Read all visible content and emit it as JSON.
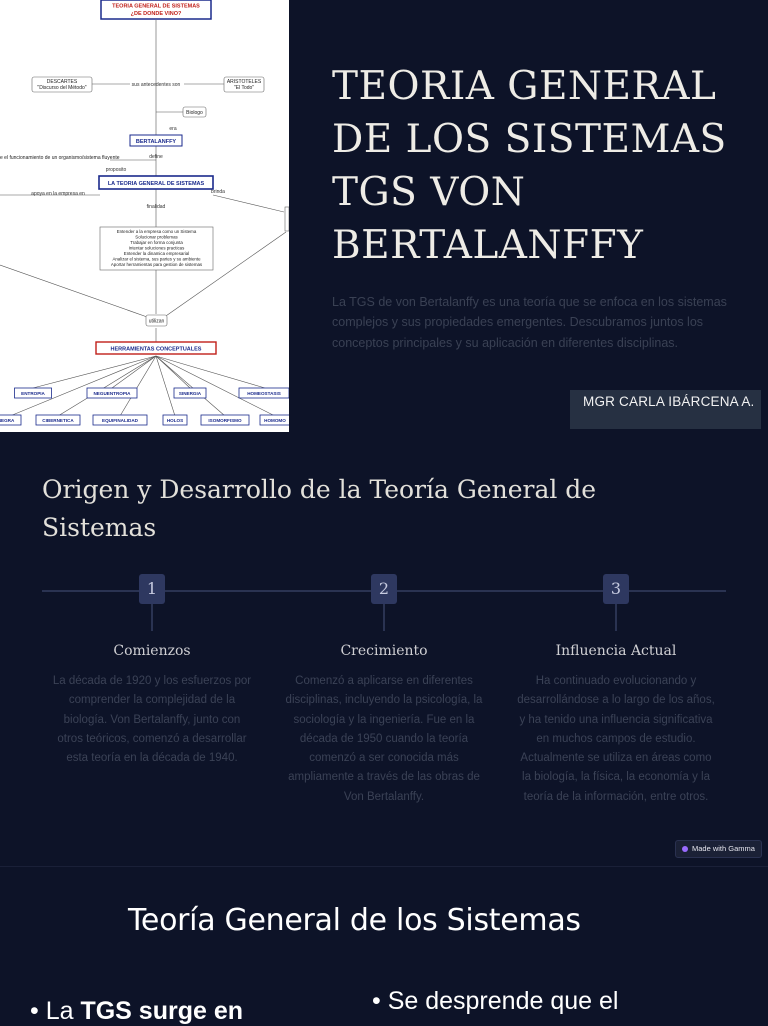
{
  "slide1": {
    "title": "TEORIA GENERAL DE LOS SISTEMAS TGS VON BERTALANFFY",
    "description": "La TGS de von Bertalanffy es una teoría que se enfoca en los sistemas complejos y sus propiedades emergentes. Descubramos juntos los conceptos principales y su aplicación en diferentes disciplinas.",
    "author": "MGR CARLA IBÁRCENA A.",
    "concept_map": {
      "title_line1": "TEORIA GENERAL DE SISTEMAS",
      "title_line2": "¿DE DONDE VINO?",
      "antecedentes": "sus antecedentes son",
      "descartes_1": "DESCARTES",
      "descartes_2": "\"Discurso del Método\"",
      "aristoteles_1": "ARISTOTELES",
      "aristoteles_2": "\"El Todo\"",
      "biologo": "Biologo",
      "era": "era",
      "bertalanffy": "BERTALANFFY",
      "organismo": "e el funcionamiento de un organismo/sistema fluyente",
      "define": "define",
      "proposito": "proposito",
      "tgs": "LA TEORIA GENERAL DE SISTEMAS",
      "apoya": "apoya en la empresa en",
      "brinda": "brinda",
      "finalidad": "finalidad",
      "goals": [
        "Entender a la empresa como un Sistema",
        "Solucionar problemas",
        "Trabajar en forma conjunta",
        "Intentar soluciones practicas",
        "Entender la dinamica empresarial",
        "Analizar el sistema, sus partes y su ambiente",
        "Aportar herramientas para gestion de sistemas"
      ],
      "utilizan": "utilizan",
      "herramientas": "HERRAMIENTAS CONCEPTUALES",
      "tools_row1": [
        "ENTROPIA",
        "NEGUENTROPIA",
        "SINERGIA",
        "HOMEOSTASIS"
      ],
      "tools_row2": [
        "NEGRA",
        "CIBERNETICA",
        "EQUIFINALIDAD",
        "HOLOS",
        "ISOMORFISMO",
        "HOMOMO"
      ]
    }
  },
  "slide2": {
    "heading": "Origen y Desarrollo de la Teoría General de Sistemas",
    "steps": [
      {
        "number": "1",
        "title": "Comienzos",
        "text": "La década de 1920 y los esfuerzos por comprender la complejidad de la biología. Von Bertalanffy, junto con otros teóricos, comenzó a desarrollar esta teoría en la década de 1940."
      },
      {
        "number": "2",
        "title": "Crecimiento",
        "text": "Comenzó a aplicarse en diferentes disciplinas, incluyendo la psicología, la sociología y la ingeniería. Fue en la década de 1950 cuando la teoría comenzó a ser conocida más ampliamente a través de las obras de Von Bertalanffy."
      },
      {
        "number": "3",
        "title": "Influencia Actual",
        "text": "Ha continuado evolucionando y desarrollándose a lo largo de los años, y ha tenido una influencia significativa en muchos campos de estudio. Actualmente se utiliza en áreas como la biología, la física, la economía y la teoría de la información, entre otros."
      }
    ],
    "badge": "Made with Gamma"
  },
  "slide3": {
    "heading": "Teoría General de los Sistemas",
    "bullet_left_prefix": "• La ",
    "bullet_left_bold": "TGS surge en",
    "bullet_right": "• Se desprende que el"
  },
  "colors": {
    "background": "#0d1328",
    "accent": "#2e3860",
    "author_box": "#263042",
    "muted_text": "#3a4154"
  }
}
